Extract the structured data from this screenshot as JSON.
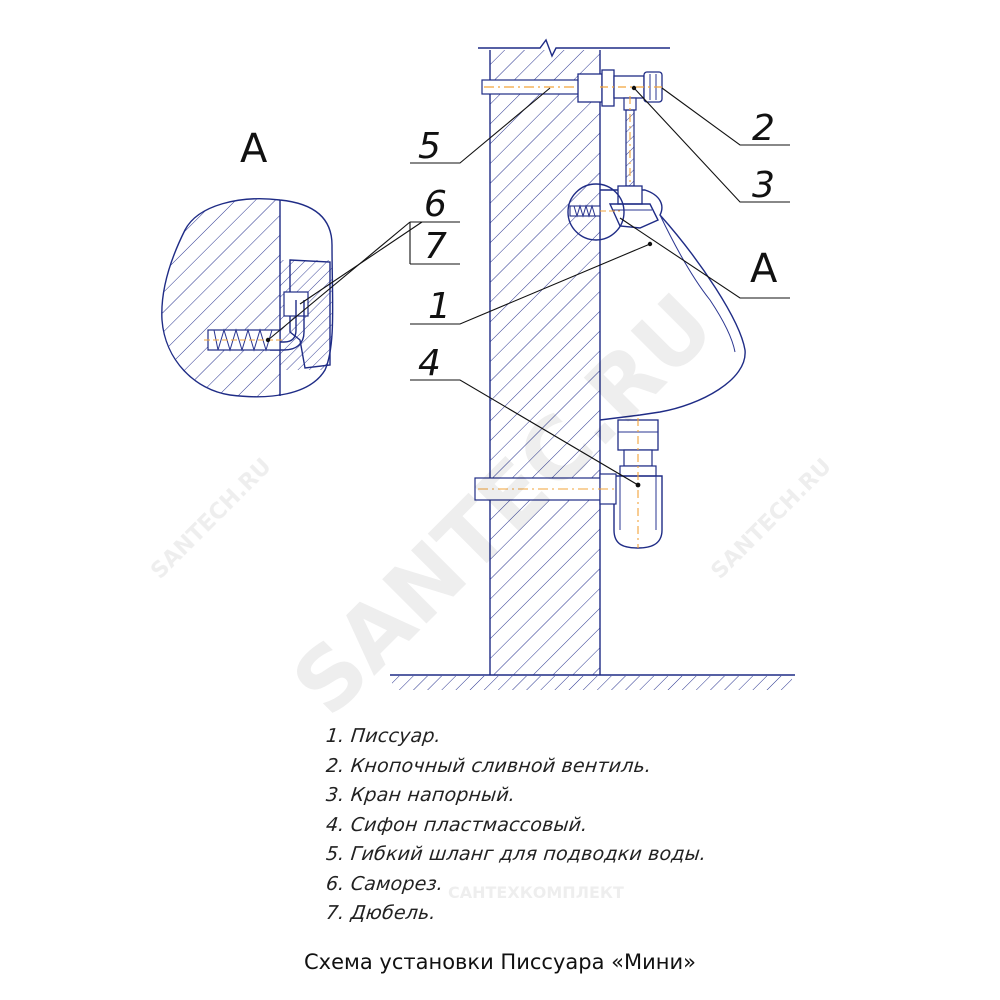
{
  "callouts": {
    "c1": "1",
    "c2": "2",
    "c3": "3",
    "c4": "4",
    "c5": "5",
    "c6": "6",
    "c7": "7",
    "detail_main": "A",
    "detail_view": "A"
  },
  "legend": [
    "1.  Писсуар.",
    "2.  Кнопочный сливной вентиль.",
    "3.  Кран напорный.",
    "4.  Сифон пластмассовый.",
    "5.  Гибкий шланг для подводки воды.",
    "6.  Саморез.",
    "7.  Дюбель."
  ],
  "caption": "Схема установки Писсуара «Мини»",
  "watermarks": {
    "big": "SANTEC.RU",
    "small": "SANTECH.RU",
    "company": "САНТЕХКОМПЛЕКТ"
  },
  "colors": {
    "line": "#1f2c86",
    "leader": "#111111",
    "highlight": "#f2a33a",
    "background": "#ffffff"
  }
}
